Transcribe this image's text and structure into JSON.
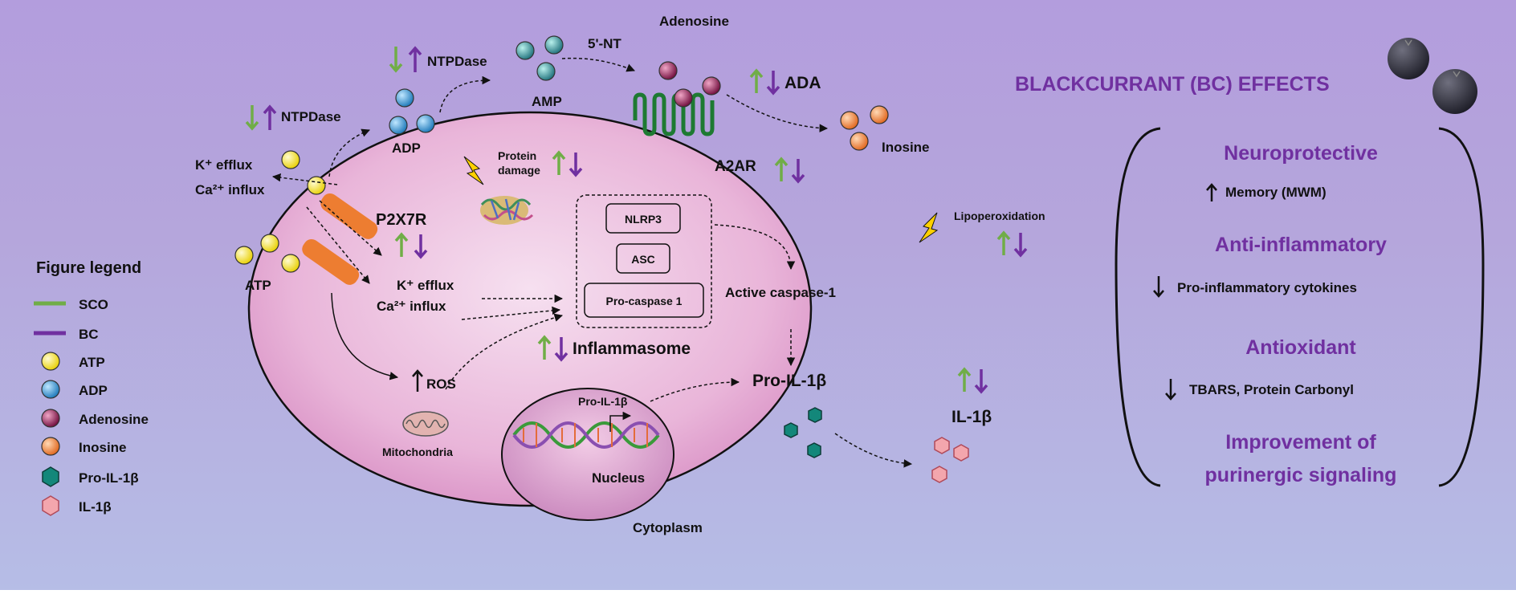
{
  "header": {
    "title": "BLACKCURRANT (BC)  EFFECTS"
  },
  "effects": [
    {
      "heading": "Neuroprotective",
      "detail": "Memory (MWM)",
      "arrow": "up"
    },
    {
      "heading": "Anti-inflammatory",
      "detail": "Pro-inflammatory cytokines",
      "arrow": "down"
    },
    {
      "heading": "Antioxidant",
      "detail": "TBARS, Protein Carbonyl",
      "arrow": "down"
    },
    {
      "heading_line1": "Improvement of",
      "heading_line2": "purinergic signaling"
    }
  ],
  "legend": {
    "title": "Figure legend",
    "items": [
      {
        "label": "SCO",
        "color": "#70ad47",
        "kind": "line"
      },
      {
        "label": "BC",
        "color": "#7030a0",
        "kind": "line"
      },
      {
        "label": "ATP",
        "color": "#f5e21b",
        "kind": "dot"
      },
      {
        "label": "ADP",
        "color": "#2e8fc9",
        "kind": "dot"
      },
      {
        "label": "Adenosine",
        "color": "#8a0f4a",
        "kind": "dot"
      },
      {
        "label": "Inosine",
        "color": "#ee7a25",
        "kind": "dot"
      },
      {
        "label": "Pro-IL-1β",
        "color": "#13877a",
        "kind": "hex"
      },
      {
        "label": "IL-1β",
        "color": "#f3a6ad",
        "kind": "hex"
      }
    ]
  },
  "labels": {
    "ntpdase_top": "NTPDase",
    "ntpdase_left": "NTPDase",
    "nt5": "5'-NT",
    "adenosine": "Adenosine",
    "ada": "ADA",
    "amp": "AMP",
    "adp": "ADP",
    "inosine": "Inosine",
    "a2ar": "A2AR",
    "protein_damage_1": "Protein",
    "protein_damage_2": "damage",
    "k_efflux_out": "K⁺ efflux",
    "ca_influx_out": "Ca²⁺ influx",
    "p2x7r": "P2X7R",
    "atp": "ATP",
    "k_efflux_in": "K⁺ efflux",
    "ca_influx_in": "Ca²⁺ influx",
    "nlrp3": "NLRP3",
    "asc": "ASC",
    "pro_caspase": "Pro-caspase  1",
    "active_caspase": "Active caspase-1",
    "lipoperoxidation": "Lipoperoxidation",
    "inflammasome": "Inflammasome",
    "ros": "ROS",
    "mitochondria": "Mitochondria",
    "pro_il1b_gene": "Pro-IL-1β",
    "pro_il1b": "Pro-IL-1β",
    "il1b": "IL-1β",
    "nucleus": "Nucleus",
    "cytoplasm": "Cytoplasm"
  },
  "colors": {
    "sco_green": "#70ad47",
    "bc_purple": "#7030a0",
    "receptor_orange": "#ed7d31",
    "a2ar_green": "#1e7a32",
    "cell_pink": "#ecc4e0"
  }
}
